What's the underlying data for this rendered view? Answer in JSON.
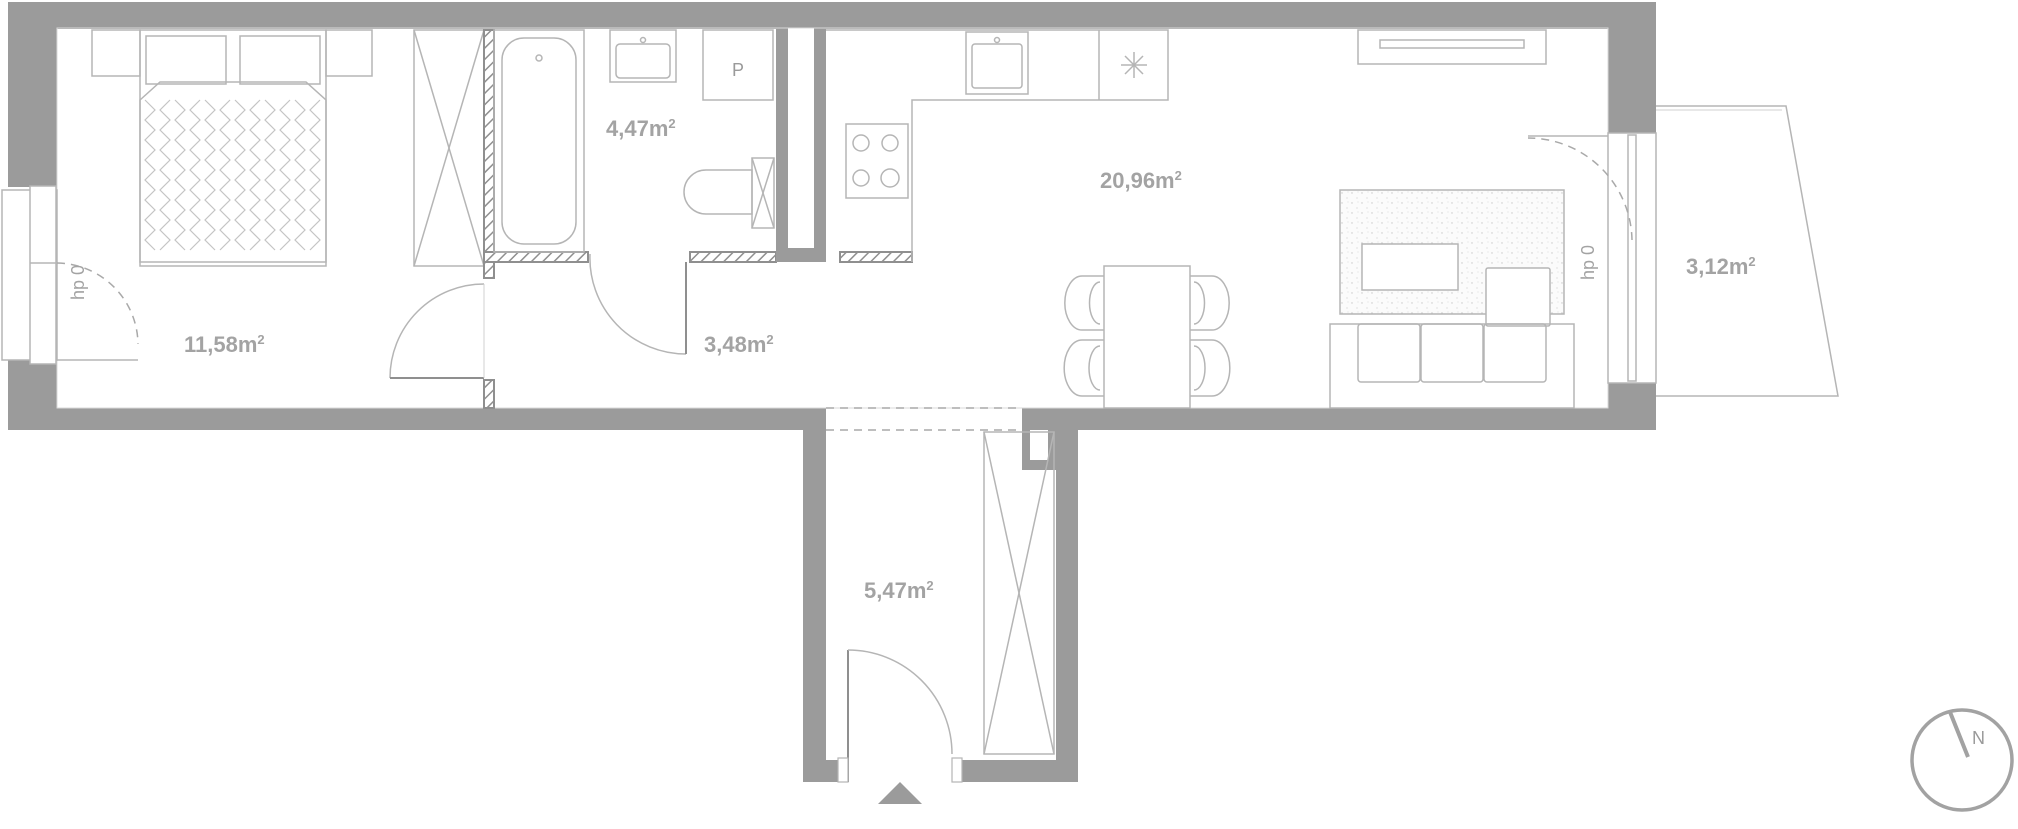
{
  "rooms": {
    "bedroom": {
      "area": "11,58m",
      "sup": "2"
    },
    "bathroom": {
      "area": "4,47m",
      "sup": "2"
    },
    "hall": {
      "area": "3,48m",
      "sup": "2"
    },
    "living": {
      "area": "20,96m",
      "sup": "2"
    },
    "balcony": {
      "area": "3,12m",
      "sup": "2"
    },
    "entrance": {
      "area": "5,47m",
      "sup": "2"
    }
  },
  "labels": {
    "window_left": "hp 0",
    "window_right": "hp 0",
    "washer": "P",
    "compass": "N"
  },
  "colors": {
    "wall": "#9b9b9b",
    "line": "#b5b5b5",
    "text": "#a3a3a3"
  },
  "icons": [
    "compass-icon",
    "entrance-arrow-icon"
  ]
}
